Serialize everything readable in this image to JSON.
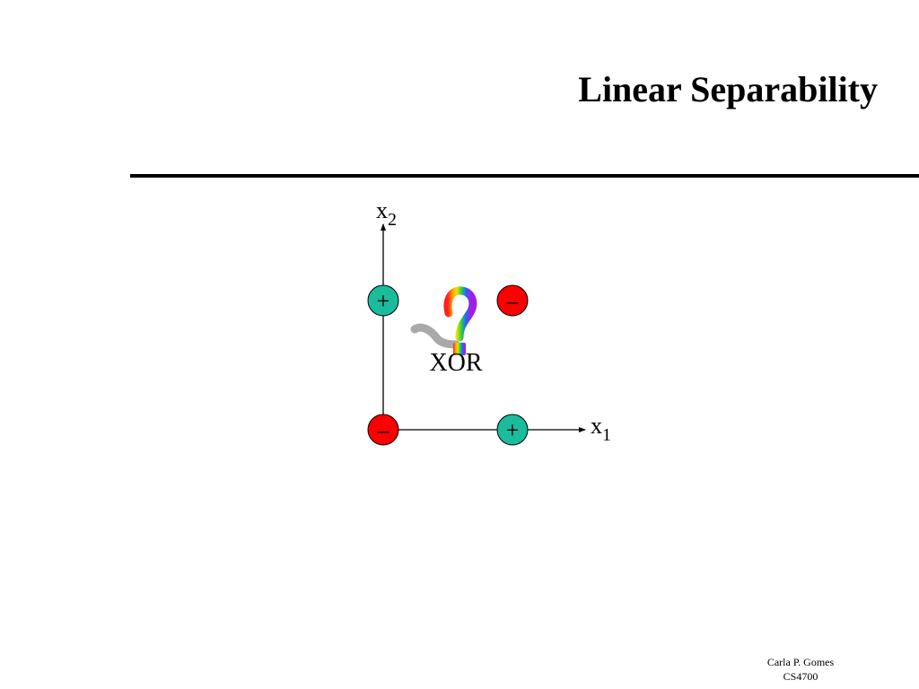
{
  "slide": {
    "title": "Linear Separability"
  },
  "diagram": {
    "x_axis_label": "x",
    "x_axis_subscript": "1",
    "y_axis_label": "x",
    "y_axis_subscript": "2",
    "caption": "XOR",
    "positive_symbol": "+",
    "negative_symbol": "–",
    "positive_color": "#1ABC9C",
    "negative_color": "#FF0000",
    "points": [
      {
        "x1": 0,
        "x2": 1,
        "class": "positive"
      },
      {
        "x1": 1,
        "x2": 1,
        "class": "negative"
      },
      {
        "x1": 0,
        "x2": 0,
        "class": "negative"
      },
      {
        "x1": 1,
        "x2": 0,
        "class": "positive"
      }
    ],
    "question_icon": "rainbow-question-mark-icon"
  },
  "footer": {
    "author": "Carla P. Gomes",
    "course": "CS4700"
  }
}
